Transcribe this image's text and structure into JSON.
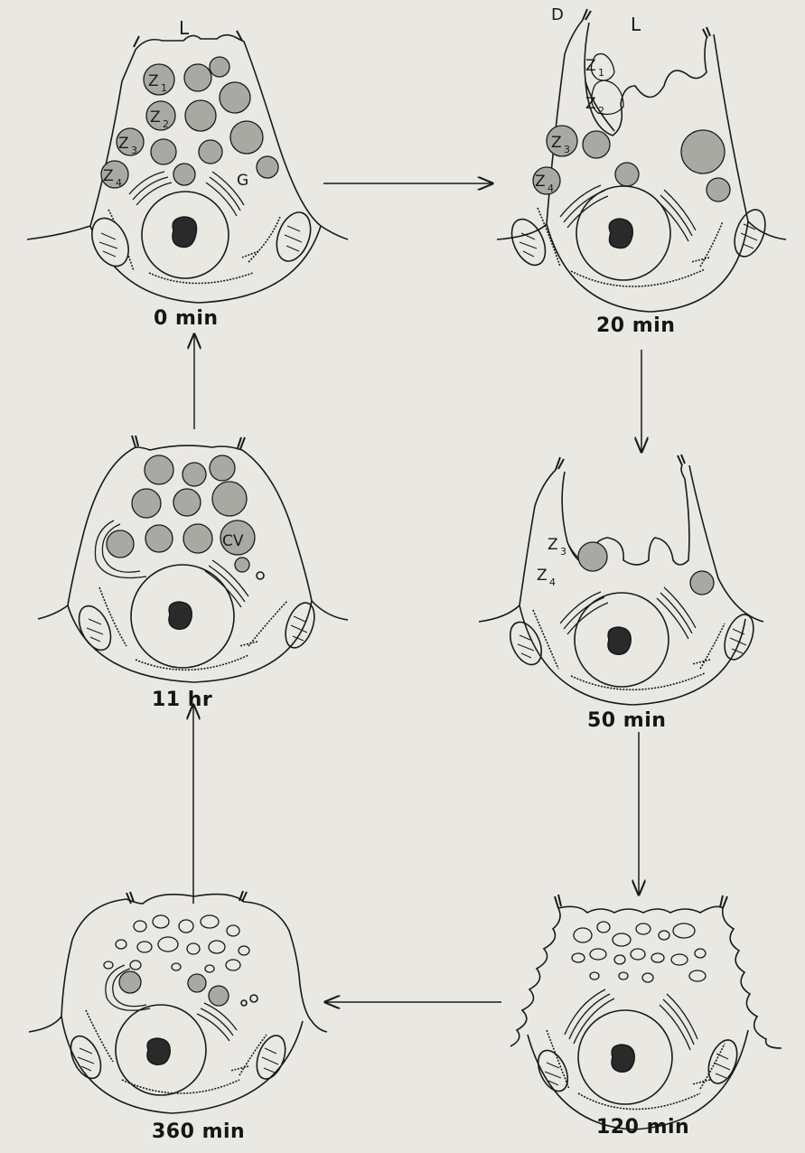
{
  "panels": [
    {
      "id": "p0",
      "time": "0 min",
      "labels": {
        "lumen": "L",
        "z1": "Z",
        "z1sub": "1",
        "z2": "Z",
        "z2sub": "2",
        "z3": "Z",
        "z3sub": "3",
        "z4": "Z",
        "z4sub": "4",
        "golgi": "G"
      }
    },
    {
      "id": "p20",
      "time": "20 min",
      "labels": {
        "duct": "D",
        "lumen": "L",
        "z1": "Z",
        "z1sub": "1",
        "z2": "Z",
        "z2sub": "2",
        "z3": "Z",
        "z3sub": "3",
        "z4": "Z",
        "z4sub": "4"
      }
    },
    {
      "id": "p50",
      "time": "50 min",
      "labels": {
        "z3": "Z",
        "z3sub": "3",
        "z4": "Z",
        "z4sub": "4"
      }
    },
    {
      "id": "p120",
      "time": "120 min"
    },
    {
      "id": "p360",
      "time": "360 min"
    },
    {
      "id": "p11h",
      "time": "11 hr",
      "labels": {
        "cv": "CV"
      }
    }
  ],
  "colors": {
    "ink": "#1a1a1a",
    "granule": "#a9a9a4",
    "paper": "#e9e8e3"
  }
}
